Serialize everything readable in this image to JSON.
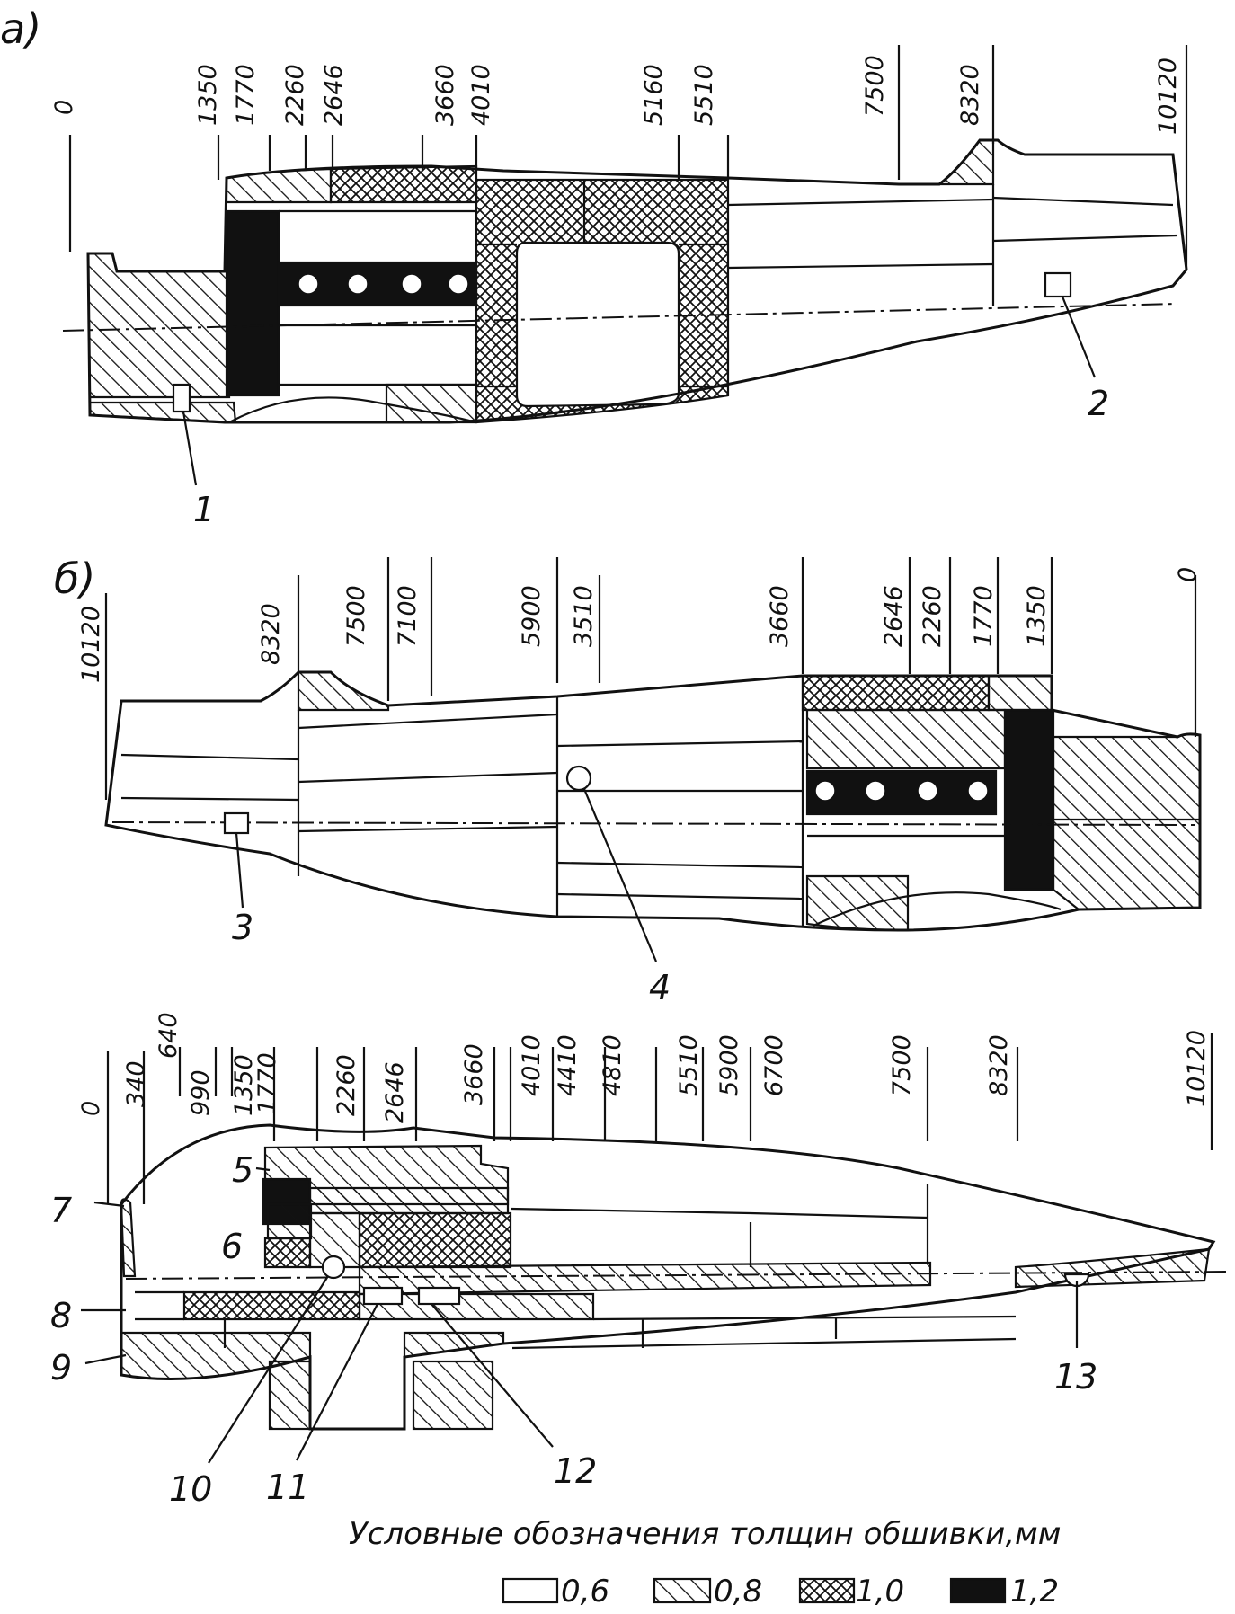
{
  "view_a": {
    "label": "а)",
    "stations": [
      "0",
      "1350",
      "1770",
      "2260",
      "2646",
      "3660",
      "4010",
      "5160",
      "5510",
      "7500",
      "8320",
      "10120"
    ],
    "callouts": [
      "1",
      "2"
    ]
  },
  "view_b": {
    "label": "б)",
    "stations": [
      "10120",
      "8320",
      "7500",
      "7100",
      "5900",
      "3510",
      "3660",
      "2646",
      "2260",
      "1770",
      "1350",
      "0"
    ],
    "callouts": [
      "3",
      "4"
    ]
  },
  "view_c": {
    "stations": [
      "0",
      "340",
      "640",
      "990",
      "1350",
      "1770",
      "2260",
      "2646",
      "3660",
      "4010",
      "4410",
      "4810",
      "5510",
      "5900",
      "6700",
      "7500",
      "8320",
      "10120"
    ],
    "callouts": [
      "5",
      "6",
      "7",
      "8",
      "9",
      "10",
      "11",
      "12",
      "13"
    ]
  },
  "legend": {
    "title": "Условные обозначения толщин обшивки,мм",
    "items": [
      {
        "label": "0,6",
        "pattern": "blank",
        "color": "#ffffff"
      },
      {
        "label": "0,8",
        "pattern": "single-hatch",
        "color": "#111111"
      },
      {
        "label": "1,0",
        "pattern": "cross-hatch",
        "color": "#111111"
      },
      {
        "label": "1,2",
        "pattern": "solid",
        "color": "#111111"
      }
    ]
  }
}
